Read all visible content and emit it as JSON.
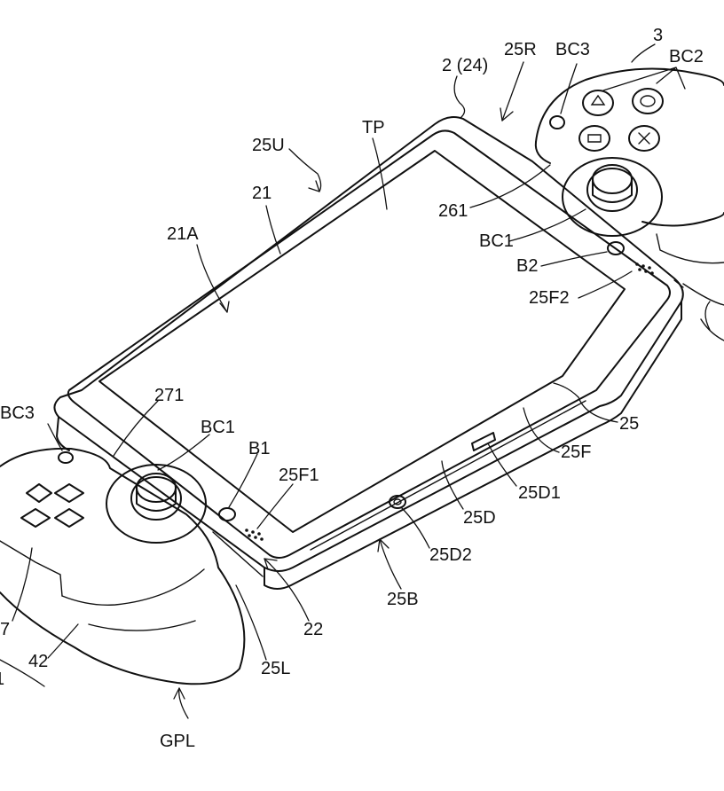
{
  "labels": {
    "l_2_24": "2 (24)",
    "l_25R": "25R",
    "l_BC3_top": "BC3",
    "l_3": "3",
    "l_BC2": "BC2",
    "l_TP": "TP",
    "l_25U": "25U",
    "l_21": "21",
    "l_261": "261",
    "l_21A": "21A",
    "l_BC1_right": "BC1",
    "l_B2": "B2",
    "l_25F2": "25F2",
    "l_BC3_left": "BC3",
    "l_271": "271",
    "l_BC1_left": "BC1",
    "l_B1": "B1",
    "l_25F1": "25F1",
    "l_25": "25",
    "l_25F": "25F",
    "l_25D1": "25D1",
    "l_25D": "25D",
    "l_25D2": "25D2",
    "l_25B": "25B",
    "l_22": "22",
    "l_25L": "25L",
    "l_7": "7",
    "l_42": "42",
    "l_1": "1",
    "l_GPL": "GPL"
  }
}
